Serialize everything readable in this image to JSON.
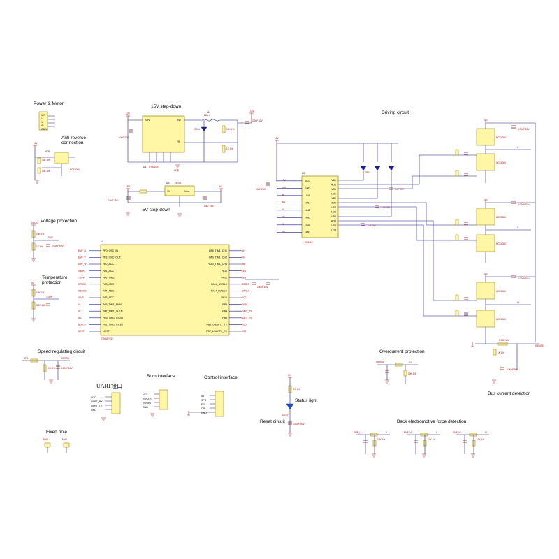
{
  "sections": {
    "power_motor": "Power & Motor",
    "anti_reverse": "Anti-reverse connection",
    "step15": "15V step-down",
    "step5": "5V step-down",
    "voltage_protection": "Voltage protection",
    "temp_protection": "Temperature protection",
    "speed_regulating": "Speed regulating circuit",
    "burn_interface": "Burn interface",
    "control_interface": "Control interface",
    "status_light": "Status light",
    "reset_circuit": "Reset circuit",
    "uart": "UART接口",
    "fixed_hole": "Fixed hole",
    "driving_circuit": "Driving circuit",
    "overcurrent": "Overcurrent protection",
    "bus_current": "Bus current detection",
    "back_emf": "Back electromotive force detection"
  },
  "components": {
    "u_buck15": "U1",
    "u_buck15_part": "SY8120B",
    "u_ldo": "U3",
    "u_ldo_part": "78L05",
    "u_driver": "U2",
    "u_driver_part": "EG3112",
    "u_mcu": "U4",
    "u_mcu_part": "STM32F030",
    "inductor": "L1",
    "inductor_value": "22uH",
    "mos_part": "NCE4060"
  },
  "buck_pins": {
    "vin": "VIN",
    "sw": "SW",
    "fb": "FB"
  },
  "ldo_pins": {
    "vin": "Vin",
    "vout": "Vout",
    "gnd": "GND"
  },
  "driver_pins": {
    "left": [
      "VCC",
      "GND",
      "LIN1",
      "HIN1",
      "LIN2",
      "HIN2",
      "LIN3",
      "HIN3"
    ],
    "right": [
      "VB1",
      "HO1",
      "VS1",
      "LO1",
      "VB2",
      "HO2",
      "VS2",
      "LO2",
      "VB3",
      "HO3",
      "VS3",
      "LO3"
    ],
    "left_nets": [
      "15V",
      "GND",
      "WL",
      "WH",
      "VL",
      "VH",
      "UL",
      "UH"
    ]
  },
  "mcu_pins": {
    "left": [
      "PF0_OSC_IN",
      "PF1_OSC_OUT",
      "PA0_ADC",
      "PA1_ADC",
      "PA2_TIM2",
      "PA3_ADC",
      "PA4_ADC",
      "PA5_ADC",
      "PA6_TIM1_BKIN",
      "PA7_TIM1_CH1N",
      "PB0_TIM1_CH2N",
      "PB1_TIM1_CH3N",
      "NRST"
    ],
    "right": [
      "PA8_TIM1_CH1",
      "PA9_TIM1_CH2",
      "PA10_TIM1_CH3",
      "PA11",
      "PA12",
      "PA13_SWDIO",
      "PA14_SWCLK",
      "PA15",
      "PB3",
      "PB4",
      "PB5",
      "PB6_USART1_TX",
      "PB7_USART1_RX"
    ],
    "left_nets": [
      "EMF_U",
      "EMF_V",
      "EMF_W",
      "VBUS",
      "TEMP",
      "SPEED",
      "ISENSE",
      "IOVP",
      "UL",
      "VL",
      "WL",
      "BOOT0",
      "NRST"
    ],
    "right_nets": [
      "UH",
      "VH",
      "WH",
      "LED",
      "KEY",
      "SWDIO",
      "SWCLK",
      "VCC",
      "GND",
      "UART_TX",
      "UART_RX",
      "VDD",
      "VSS"
    ]
  },
  "nets": {
    "v12": "12V",
    "v15": "15V",
    "v5": "5V",
    "gnd": "GND",
    "vbus": "VBUS",
    "phase_u": "U",
    "phase_v": "V",
    "phase_w": "W"
  },
  "uart_pins": [
    "VCC",
    "UART_RX",
    "UART_TX",
    "GND"
  ],
  "burn_pins": [
    "VCC",
    "SWCLK",
    "SWDIO",
    "GND"
  ],
  "control_pins": [
    "5V",
    "SPD",
    "FG",
    "DIR",
    "GND"
  ],
  "motor_pins": [
    "12V",
    "U",
    "V",
    "W",
    "GND"
  ],
  "holes": [
    "MH1",
    "MH2"
  ],
  "emf_labels": [
    "EMF_U",
    "EMF_V",
    "EMF_W"
  ],
  "values": {
    "res_10k": "10K 1%",
    "res_1k": "1K 1%",
    "cap_100n": "100nF 50V",
    "cap_10u": "10uF 25V",
    "cap_1u": "1uF 25V",
    "shunt": "0.05R 1%",
    "diode": "SS14",
    "ntc": "NTC 10K"
  }
}
